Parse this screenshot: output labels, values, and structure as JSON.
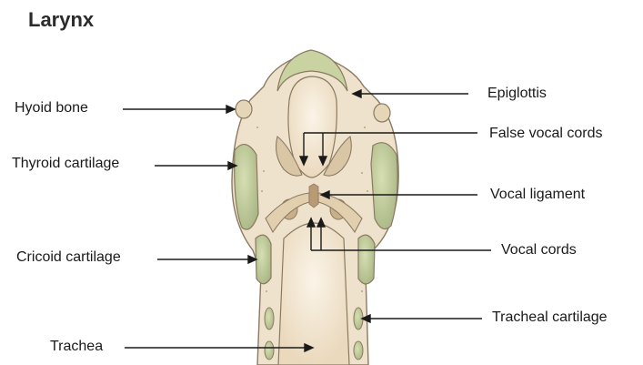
{
  "title": "Larynx",
  "labels": {
    "hyoid_bone": "Hyoid bone",
    "thyroid_cartilage": "Thyroid cartilage",
    "cricoid_cartilage": "Cricoid cartilage",
    "trachea": "Trachea",
    "epiglottis": "Epiglottis",
    "false_vocal_cords": "False vocal cords",
    "vocal_ligament": "Vocal ligament",
    "vocal_cords": "Vocal cords",
    "tracheal_cartilage": "Tracheal cartilage"
  },
  "colors": {
    "tissue": "#efe2cc",
    "tissue_dark": "#d9c6a4",
    "cartilage": "#c9d3a2",
    "outline": "#8b7a62",
    "lumen": "#f5ead8"
  }
}
